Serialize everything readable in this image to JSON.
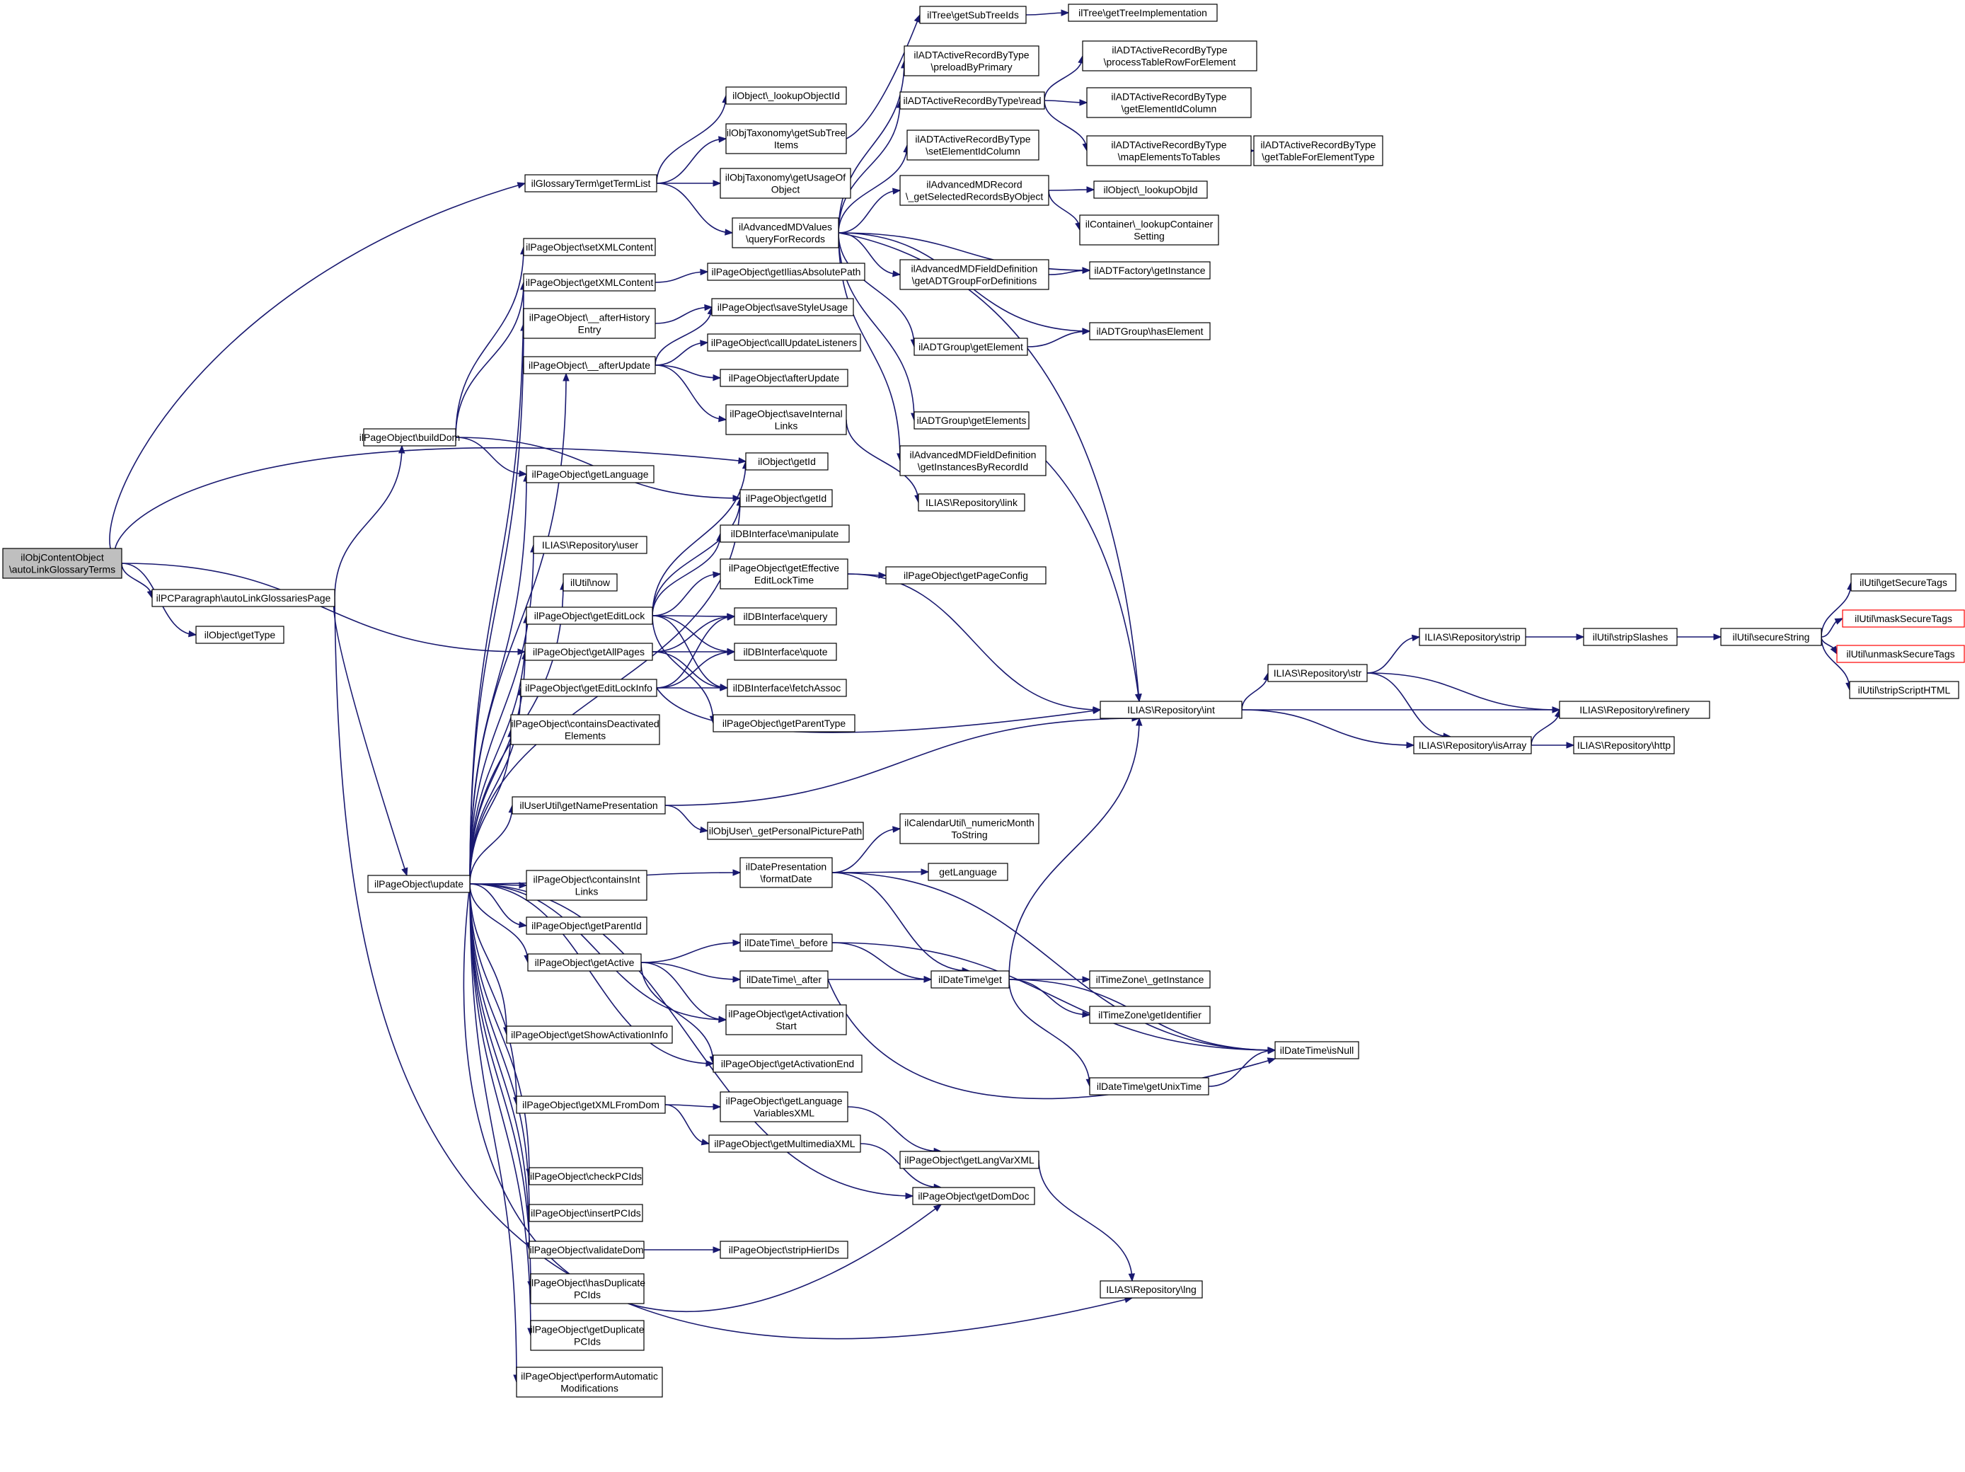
{
  "colors": {
    "edge": "#191970",
    "root_fill": "#bfbfbf",
    "truncated_border": "#ff0000"
  },
  "nodes": {
    "n0": [
      "ilObjContentObject",
      "\\autoLinkGlossaryTerms"
    ],
    "n1": [
      "ilPCParagraph\\autoLinkGlossariesPage"
    ],
    "n2": [
      "ilObject\\getType"
    ],
    "n3": [
      "ilGlossaryTerm\\getTermList"
    ],
    "n4": [
      "ilPageObject\\buildDom"
    ],
    "n5": [
      "ilPageObject\\update"
    ],
    "n6": [
      "ilObject\\_lookupObjectId"
    ],
    "n7": [
      "ilObjTaxonomy\\getSubTree",
      "Items"
    ],
    "n8": [
      "ilObjTaxonomy\\getUsageOf",
      "Object"
    ],
    "n9": [
      "ilAdvancedMDValues",
      "\\queryForRecords"
    ],
    "n10": [
      "ilTree\\getSubTreeIds"
    ],
    "n11": [
      "ilTree\\getTreeImplementation"
    ],
    "n12": [
      "ilADTActiveRecordByType",
      "\\preloadByPrimary"
    ],
    "n13": [
      "ilADTActiveRecordByType\\read"
    ],
    "n14": [
      "ilADTActiveRecordByType",
      "\\processTableRowForElement"
    ],
    "n15": [
      "ilADTActiveRecordByType",
      "\\getElementIdColumn"
    ],
    "n16": [
      "ilADTActiveRecordByType",
      "\\mapElementsToTables"
    ],
    "n17": [
      "ilADTActiveRecordByType",
      "\\getTableForElementType"
    ],
    "n18": [
      "ilADTActiveRecordByType",
      "\\setElementIdColumn"
    ],
    "n19": [
      "ilAdvancedMDRecord",
      "\\_getSelectedRecordsByObject"
    ],
    "n20": [
      "ilObject\\_lookupObjId"
    ],
    "n21": [
      "ilContainer\\_lookupContainer",
      "Setting"
    ],
    "n22": [
      "ilAdvancedMDFieldDefinition",
      "\\getADTGroupForDefinitions"
    ],
    "n23": [
      "ilADTFactory\\getInstance"
    ],
    "n24": [
      "ilADTGroup\\getElement"
    ],
    "n25": [
      "ilADTGroup\\hasElement"
    ],
    "n26": [
      "ilADTGroup\\getElements"
    ],
    "n27": [
      "ilAdvancedMDFieldDefinition",
      "\\getInstancesByRecordId"
    ],
    "n28": [
      "ILIAS\\Repository\\int"
    ],
    "n29": [
      "ilPageObject\\setXMLContent"
    ],
    "n30": [
      "ilPageObject\\getXMLContent"
    ],
    "n31": [
      "ilPageObject\\getIliasAbsolutePath"
    ],
    "n32": [
      "ilPageObject\\__afterHistory",
      "Entry"
    ],
    "n33": [
      "ilPageObject\\saveStyleUsage"
    ],
    "n34": [
      "ilPageObject\\__afterUpdate"
    ],
    "n35": [
      "ilPageObject\\callUpdateListeners"
    ],
    "n36": [
      "ilPageObject\\afterUpdate"
    ],
    "n37": [
      "ilPageObject\\saveInternal",
      "Links"
    ],
    "n38": [
      "ILIAS\\Repository\\link"
    ],
    "n39": [
      "ilObject\\getId"
    ],
    "n40": [
      "ilPageObject\\getLanguage"
    ],
    "n41": [
      "ilPageObject\\getId"
    ],
    "n42": [
      "ILIAS\\Repository\\user"
    ],
    "n43": [
      "ilUtil\\now"
    ],
    "n44": [
      "ilDBInterface\\manipulate"
    ],
    "n45": [
      "ilPageObject\\getEffective",
      "EditLockTime"
    ],
    "n46": [
      "ilPageObject\\getPageConfig"
    ],
    "n47": [
      "ilPageObject\\getEditLock"
    ],
    "n48": [
      "ilDBInterface\\query"
    ],
    "n49": [
      "ilPageObject\\getAllPages"
    ],
    "n50": [
      "ilDBInterface\\quote"
    ],
    "n51": [
      "ilPageObject\\getEditLockInfo"
    ],
    "n52": [
      "ilDBInterface\\fetchAssoc"
    ],
    "n53": [
      "ilPageObject\\getParentType"
    ],
    "n54": [
      "ilPageObject\\containsDeactivated",
      "Elements"
    ],
    "n55": [
      "ilUserUtil\\getNamePresentation"
    ],
    "n56": [
      "ilObjUser\\_getPersonalPicturePath"
    ],
    "n57": [
      "ilCalendarUtil\\_numericMonth",
      "ToString"
    ],
    "n58": [
      "ilDatePresentation",
      "\\formatDate"
    ],
    "n59": [
      "getLanguage"
    ],
    "n60": [
      "ilPageObject\\containsInt",
      "Links"
    ],
    "n61": [
      "ilPageObject\\getParentId"
    ],
    "n62": [
      "ilDateTime\\_before"
    ],
    "n63": [
      "ilPageObject\\getActive"
    ],
    "n64": [
      "ilDateTime\\_after"
    ],
    "n65": [
      "ilDateTime\\get"
    ],
    "n66": [
      "ilTimeZone\\_getInstance"
    ],
    "n67": [
      "ilPageObject\\getActivation",
      "Start"
    ],
    "n68": [
      "ilTimeZone\\getIdentifier"
    ],
    "n69": [
      "ilPageObject\\getShowActivationInfo"
    ],
    "n70": [
      "ilDateTime\\isNull"
    ],
    "n71": [
      "ilPageObject\\getActivationEnd"
    ],
    "n72": [
      "ilDateTime\\getUnixTime"
    ],
    "n73": [
      "ilPageObject\\getXMLFromDom"
    ],
    "n74": [
      "ilPageObject\\getLanguage",
      "VariablesXML"
    ],
    "n75": [
      "ilPageObject\\getMultimediaXML"
    ],
    "n76": [
      "ilPageObject\\getLangVarXML"
    ],
    "n77": [
      "ilPageObject\\checkPCIds"
    ],
    "n78": [
      "ilPageObject\\getDomDoc"
    ],
    "n79": [
      "ilPageObject\\insertPCIds"
    ],
    "n80": [
      "ilPageObject\\validateDom"
    ],
    "n81": [
      "ilPageObject\\stripHierIDs"
    ],
    "n82": [
      "ilPageObject\\hasDuplicate",
      "PCIds"
    ],
    "n83": [
      "ILIAS\\Repository\\lng"
    ],
    "n84": [
      "ilPageObject\\getDuplicate",
      "PCIds"
    ],
    "n85": [
      "ilPageObject\\performAutomatic",
      "Modifications"
    ],
    "n86": [
      "ILIAS\\Repository\\strip"
    ],
    "n87": [
      "ilUtil\\stripSlashes"
    ],
    "n88": [
      "ilUtil\\secureString"
    ],
    "n89": [
      "ILIAS\\Repository\\str"
    ],
    "n90": [
      "ILIAS\\Repository\\refinery"
    ],
    "n91": [
      "ILIAS\\Repository\\isArray"
    ],
    "n92": [
      "ILIAS\\Repository\\http"
    ],
    "n93": [
      "ilUtil\\getSecureTags"
    ],
    "n94": [
      "ilUtil\\maskSecureTags"
    ],
    "n95": [
      "ilUtil\\unmaskSecureTags"
    ],
    "n96": [
      "ilUtil\\stripScriptHTML"
    ]
  }
}
